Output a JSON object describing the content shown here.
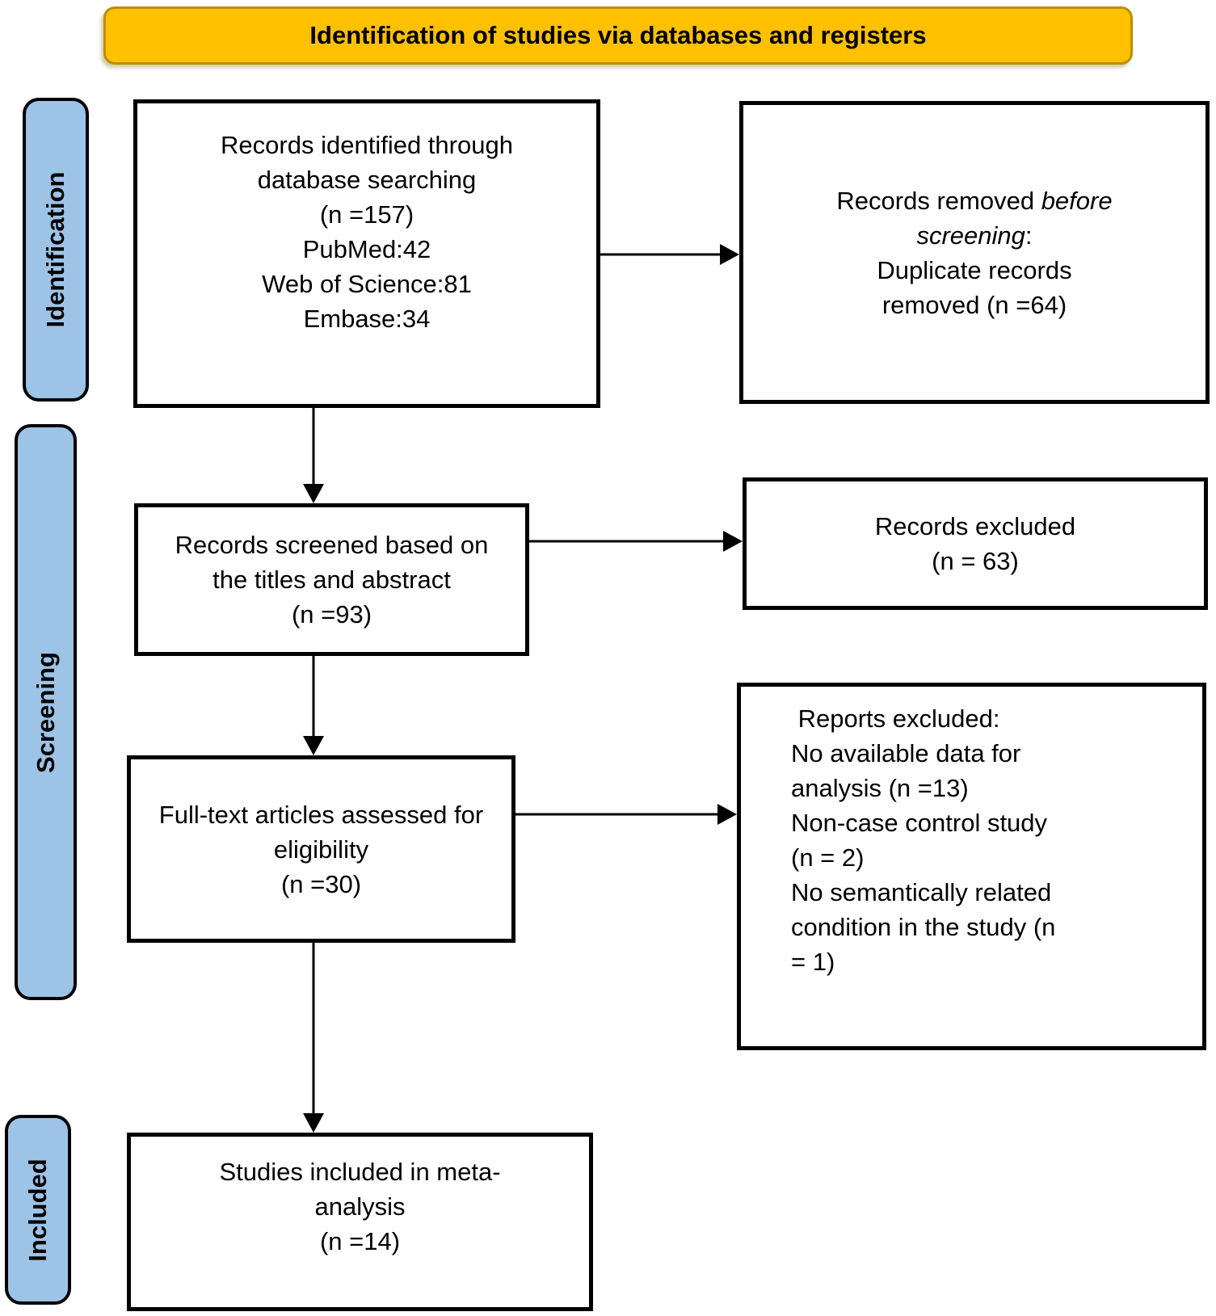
{
  "banner": {
    "title": "Identification of studies via databases and registers"
  },
  "stages": {
    "identification": "Identification",
    "screening": "Screening",
    "included": "Included"
  },
  "boxes": {
    "records_identified": {
      "lines": [
        "Records identified through",
        "database searching",
        "(n =157)",
        "PubMed:42",
        "Web of Science:81",
        "Embase:34"
      ]
    },
    "records_removed": {
      "line1_normal": "Records removed ",
      "line1_italic": "before",
      "line2_italic": "screening",
      "line2_normal": ":",
      "line3": "Duplicate records",
      "line4": "removed (n =64)"
    },
    "records_screened": {
      "lines": [
        "Records screened based on",
        "the titles and abstract",
        "(n =93)"
      ]
    },
    "records_excluded": {
      "lines": [
        "Records excluded",
        "(n = 63)"
      ]
    },
    "fulltext_assessed": {
      "lines": [
        "Full-text articles assessed for",
        "eligibility",
        "(n =30)"
      ]
    },
    "reports_excluded": {
      "lines": [
        " Reports excluded:",
        "No available data for",
        "analysis (n =13)",
        "Non-case control study",
        "(n = 2)",
        "No semantically related",
        "condition in the study (n",
        "= 1)"
      ]
    },
    "studies_included": {
      "lines": [
        "Studies included in meta-",
        "analysis",
        "(n =14)"
      ]
    }
  },
  "colors": {
    "banner_fill": "#FFC000",
    "banner_border": "#BD8E00",
    "stage_fill": "#9DC3E6",
    "box_border": "#000000",
    "text": "#000000",
    "background": "#FFFFFF"
  }
}
